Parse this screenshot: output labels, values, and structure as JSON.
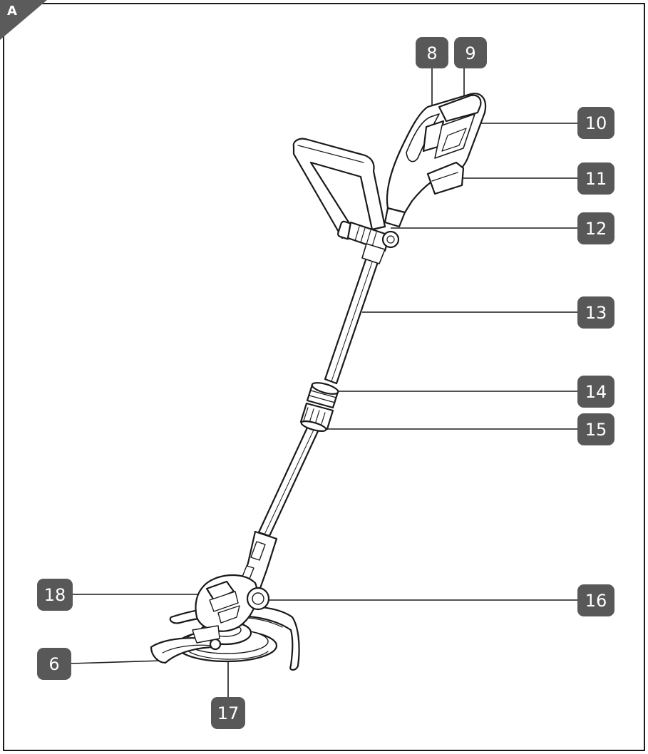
{
  "figure": {
    "letter": "A",
    "device": "string-trimmer-icon"
  },
  "callouts": [
    {
      "id": "c8",
      "label": "8"
    },
    {
      "id": "c9",
      "label": "9"
    },
    {
      "id": "c10",
      "label": "10"
    },
    {
      "id": "c11",
      "label": "11"
    },
    {
      "id": "c12",
      "label": "12"
    },
    {
      "id": "c13",
      "label": "13"
    },
    {
      "id": "c14",
      "label": "14"
    },
    {
      "id": "c15",
      "label": "15"
    },
    {
      "id": "c16",
      "label": "16"
    },
    {
      "id": "c17",
      "label": "17"
    },
    {
      "id": "c18",
      "label": "18"
    },
    {
      "id": "c6",
      "label": "6"
    }
  ],
  "colors": {
    "callout_fill": "#585858",
    "line": "#1a1a1a",
    "tool_fill": "#ffffff"
  }
}
